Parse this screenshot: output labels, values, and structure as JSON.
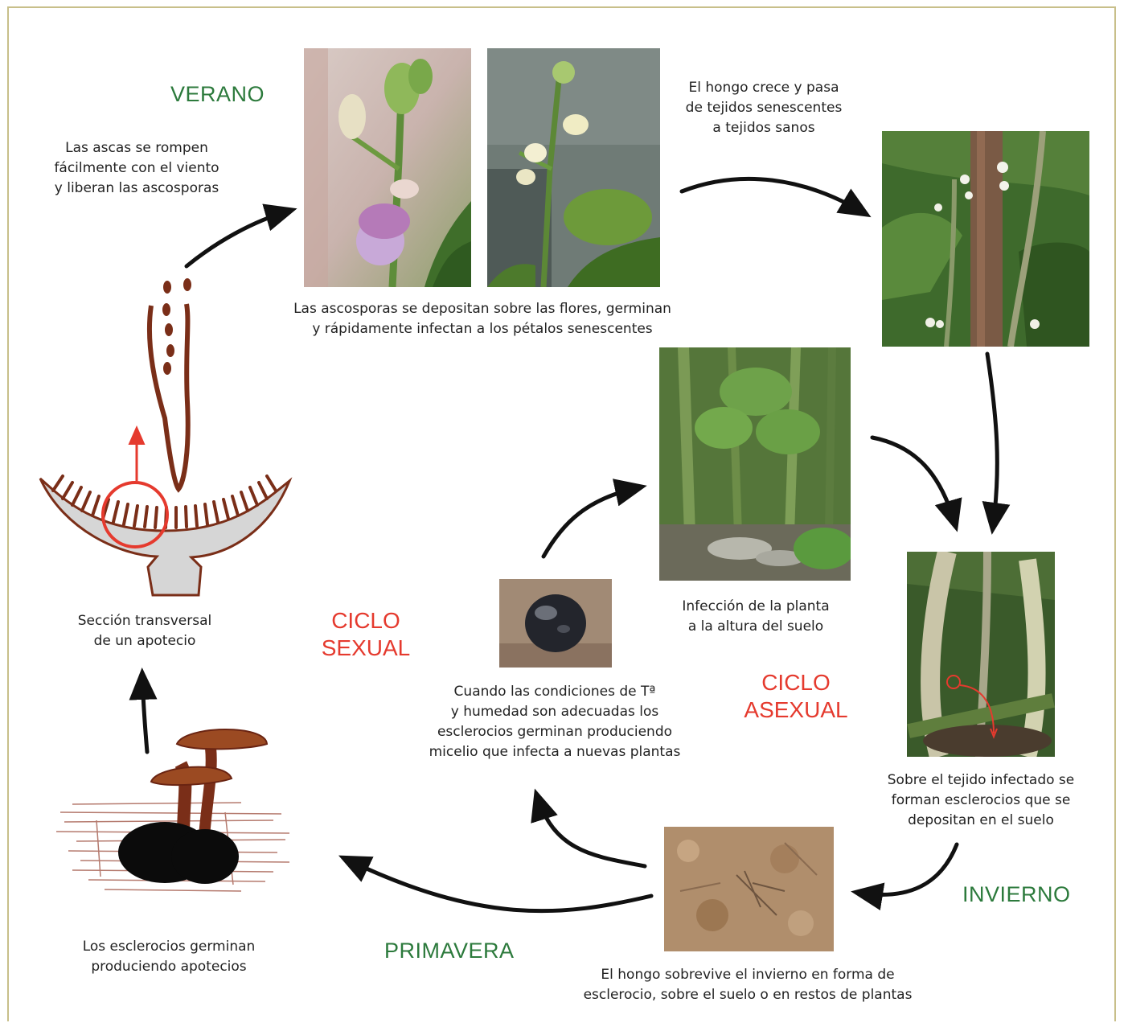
{
  "seasons": {
    "summer": "VERANO",
    "winter": "INVIERNO",
    "spring": "PRIMAVERA"
  },
  "cycles": {
    "sexual": "CICLO\nSEXUAL",
    "asexual": "CICLO\nASEXUAL"
  },
  "captions": {
    "asci_rupture": "Las ascas se rompen\nfácilmente con el viento\ny liberan las ascosporas",
    "ascospores_flowers": "Las ascosporas se depositan sobre las flores, germinan\ny rápidamente infectan a los pétalos senescentes",
    "fungus_grows": "El hongo crece y pasa\nde tejidos senescentes\na tejidos sanos",
    "apothecium_section": "Sección transversal\nde un apotecio",
    "plant_infection": "Infección de la planta\na la altura del suelo",
    "sclerotia_germinate_mycelium": "Cuando las condiciones de Tª\ny humedad son adecuadas los\nesclerocios germinan produciendo\nmicelio que infecta a nuevas plantas",
    "sclerotia_form": "Sobre el tejido infectado se\nforman esclerocios que se\ndepositan en el suelo",
    "sclerotia_apothecia": "Los esclerocios germinan\nproduciendo apotecios",
    "overwinter": "El hongo sobrevive el invierno en forma de\nesclerocio, sobre el suelo o en restos de plantas"
  },
  "colors": {
    "season_green": "#2c7a3c",
    "cycle_red": "#e53a2e",
    "frame": "#c8bf8a",
    "arrow": "#111111",
    "fungus_brown": "#7a2e18"
  }
}
